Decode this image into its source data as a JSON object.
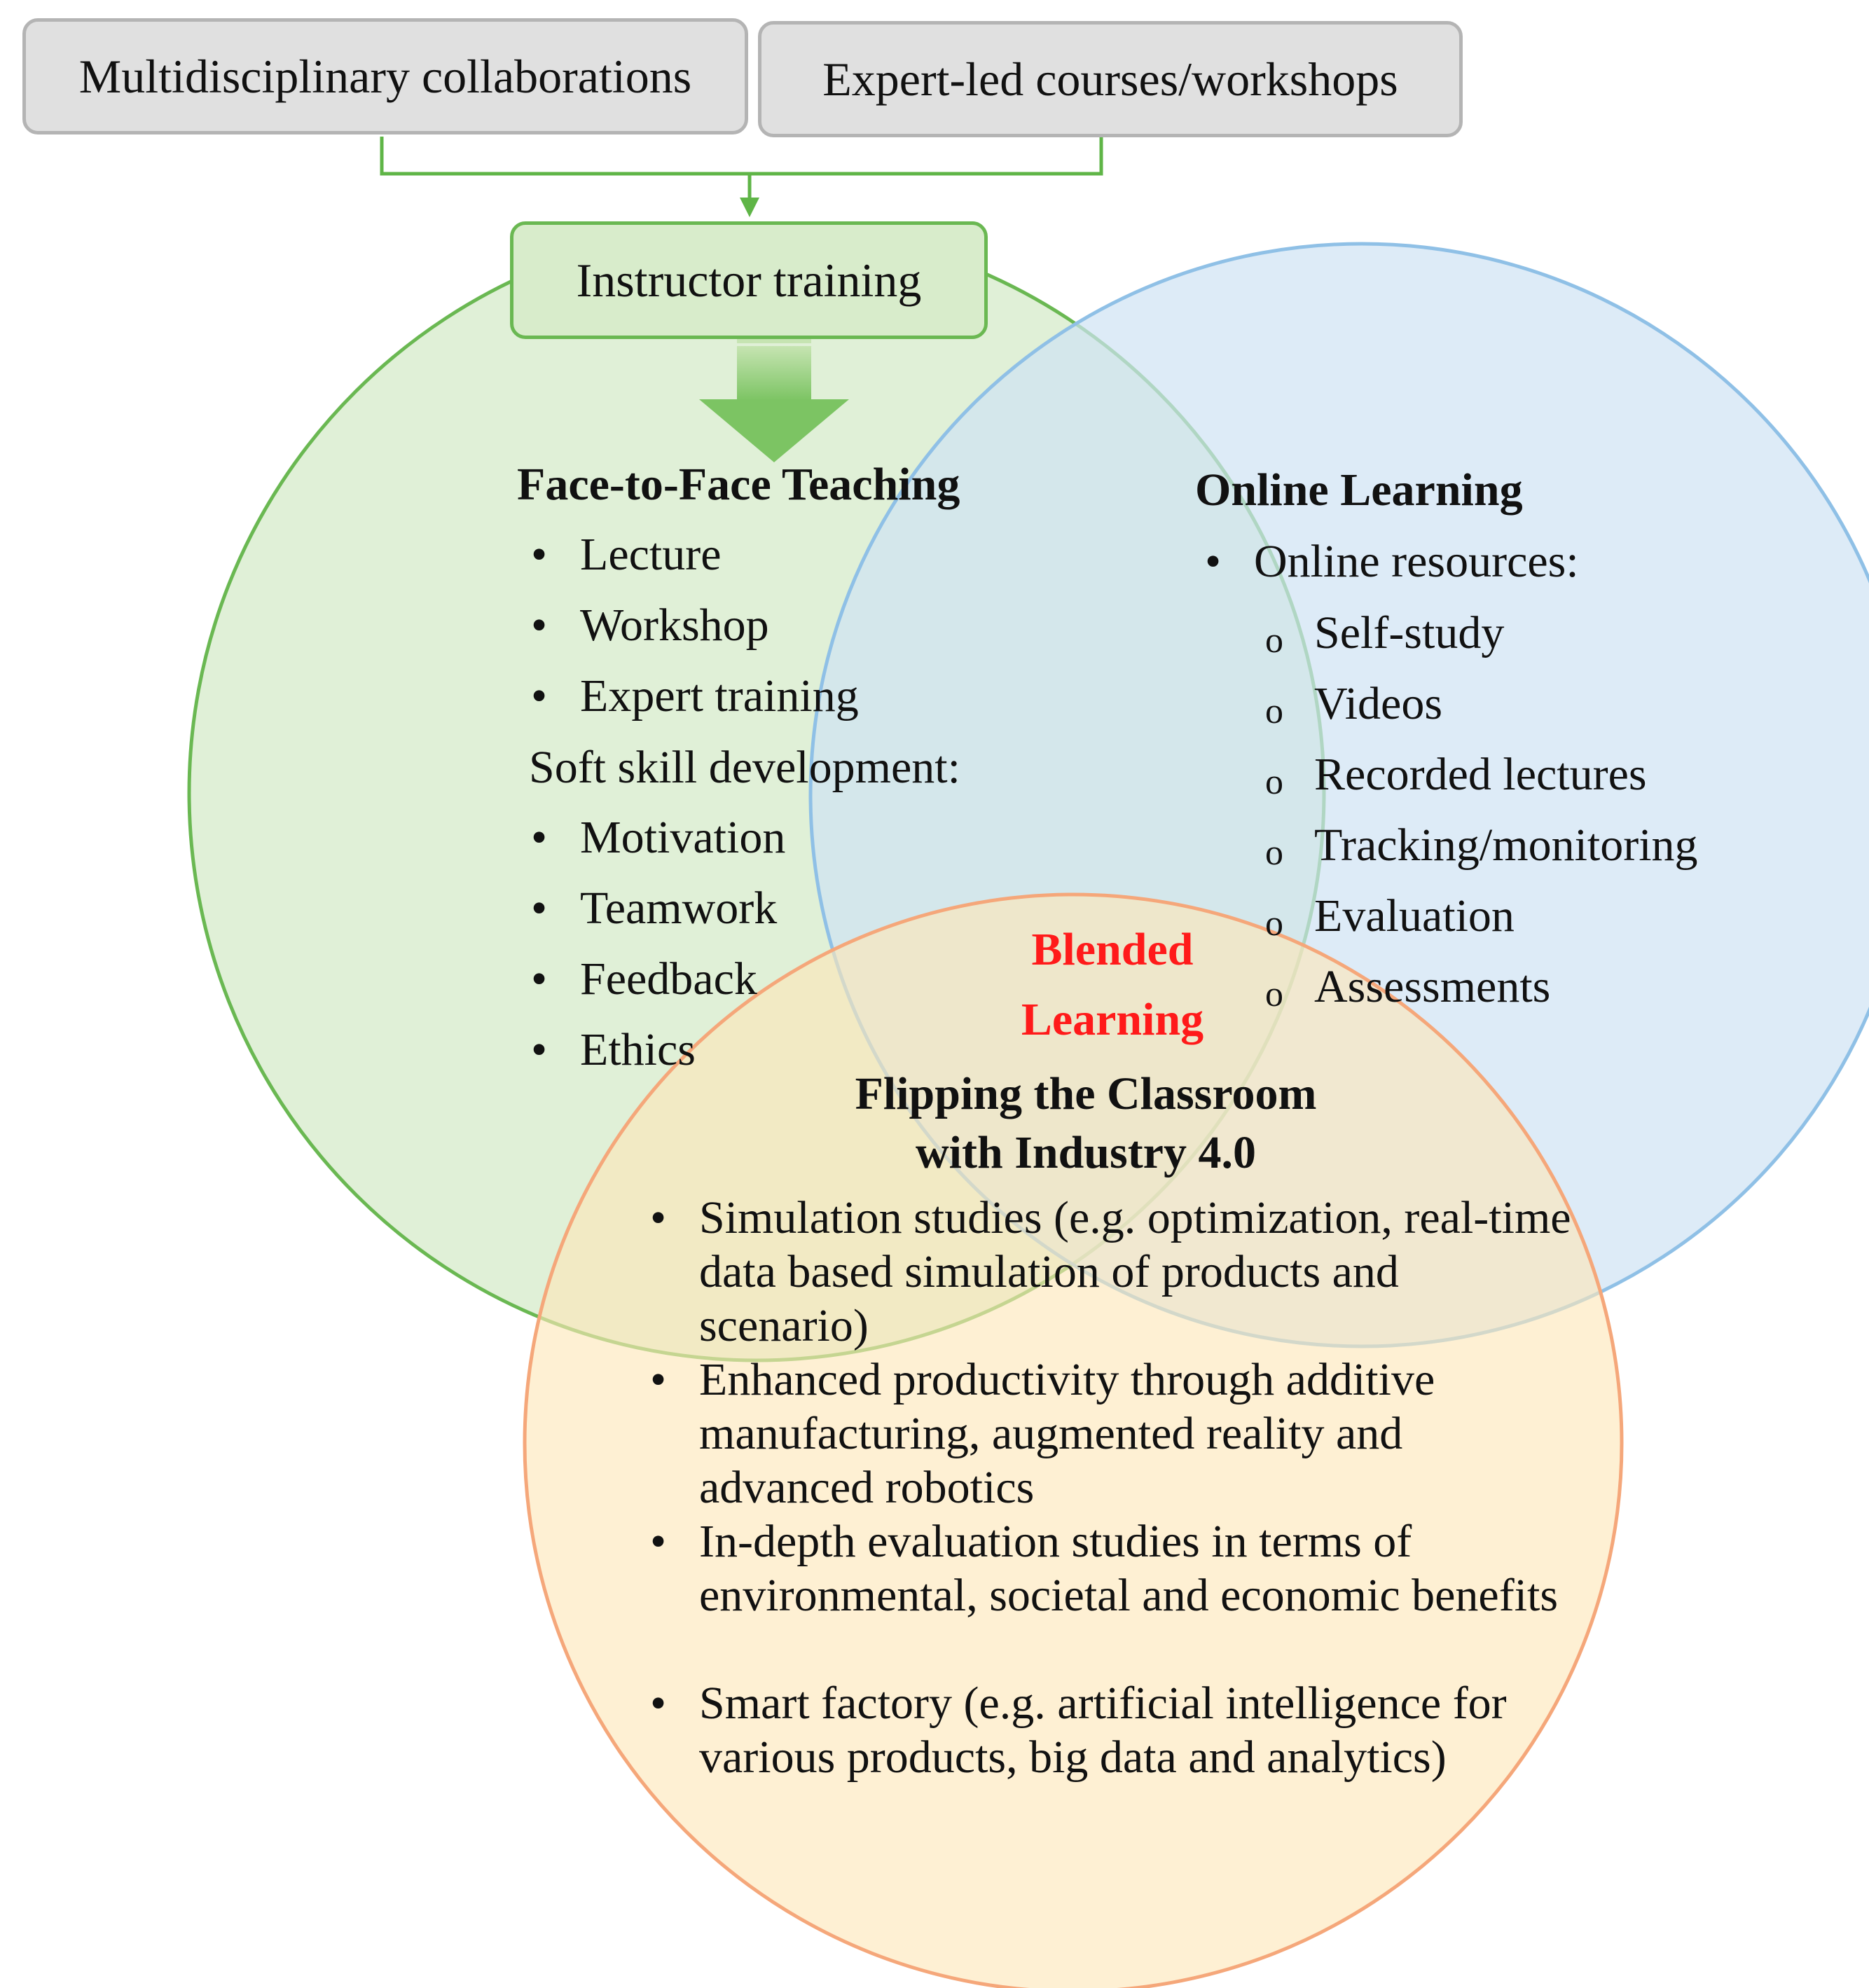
{
  "top_boxes": {
    "multidisciplinary": "Multidisciplinary  collaborations",
    "expert_courses": "Expert-led courses/workshops"
  },
  "instructor_box": "Instructor training",
  "face_to_face": {
    "title": "Face-to-Face  Teaching",
    "methods": [
      "Lecture",
      "Workshop",
      "Expert training"
    ],
    "soft_skill_heading": "Soft skill  development:",
    "soft_skills": [
      "Motivation",
      "Teamwork",
      "Feedback",
      "Ethics"
    ]
  },
  "online": {
    "title": "Online Learning",
    "resources_heading": "Online resources:",
    "resources": [
      "Self-study",
      "Videos",
      "Recorded lectures",
      "Tracking/monitoring",
      "Evaluation",
      "Assessments"
    ]
  },
  "blended": {
    "line1": "Blended",
    "line2": "Learning"
  },
  "flipping": {
    "title_line1": "Flipping the Classroom",
    "title_line2": "with Industry 4.0",
    "items": [
      "Simulation studies (e.g. optimization, real-time data based simulation of products and scenario)",
      "Enhanced productivity through additive manufacturing, augmented reality and advanced robotics",
      "In-depth evaluation studies in terms of environmental, societal and economic benefits",
      "Smart factory (e.g. artificial intelligence for various products, big data and analytics)"
    ]
  },
  "colors": {
    "green_fill": "#d6ebc9",
    "green_stroke": "#6ab852",
    "blue_fill": "#cfe2f4",
    "blue_stroke": "#8fc0e6",
    "orange_fill": "#fde7b8",
    "orange_stroke": "#f5a77a",
    "blended_text": "#ff1a1a"
  }
}
